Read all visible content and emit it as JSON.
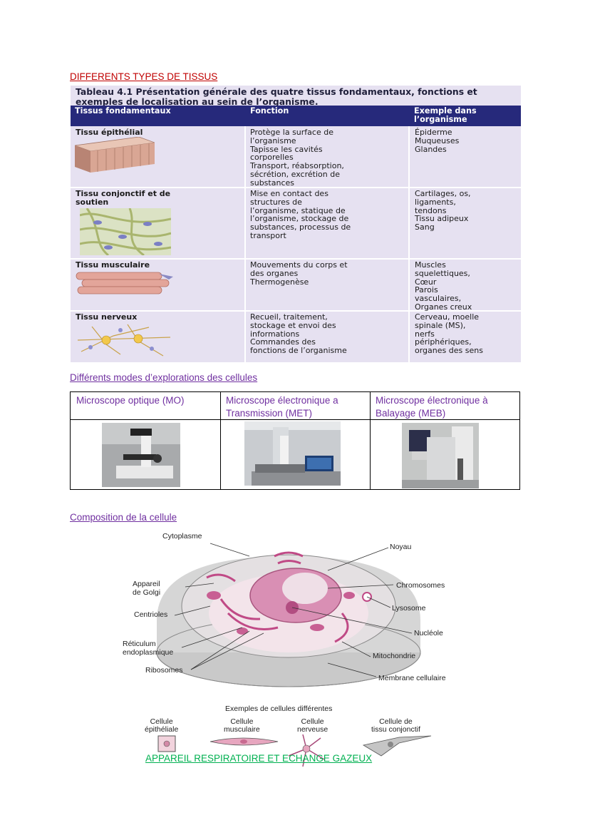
{
  "sections": {
    "tissues_title": "DIFFERENTS TYPES DE TISSUS",
    "explorations_title": "Différents modes d’explorations des cellules",
    "composition_title": "Composition de la cellule",
    "respiratory_title": "APPAREIL RESPIRATOIRE ET ECHANGE GAZEUX"
  },
  "tissue_table": {
    "caption": "Tableau 4.1    Présentation générale des quatre tissus fondamentaux, fonctions et exemples de localisation au sein de l’organisme.",
    "headers": [
      "Tissus fondamentaux",
      "Fonction",
      "Exemple dans l’organisme"
    ],
    "rows": [
      {
        "tissue": "Tissu épithélial",
        "function": "Protège la surface de\nl’organisme\nTapisse les cavités\ncorporelles\nTransport, réabsorption,\nsécrétion, excrétion de\nsubstances",
        "examples": "Épiderme\nMuqueuses\nGlandes"
      },
      {
        "tissue": "Tissu conjonctif et de\nsoutien",
        "function": "Mise en contact des\nstructures de\nl’organisme, statique de\nl’organisme, stockage de\nsubstances, processus de\ntransport",
        "examples": "Cartilages, os,\nligaments,\ntendons\nTissu adipeux\nSang"
      },
      {
        "tissue": "Tissu musculaire",
        "function": "Mouvements du corps et\ndes organes\nThermogenèse",
        "examples": "Muscles\nsquelettiques,\nCœur\nParois\nvasculaires,\nOrganes creux"
      },
      {
        "tissue": "Tissu nerveux",
        "function": "Recueil, traitement,\nstockage et envoi des\ninformations\nCommandes des\nfonctions de l’organisme",
        "examples": "Cerveau, moelle\nspinale (MS),\nnerfs\npériphériques,\norganes des sens"
      }
    ]
  },
  "microscopes": {
    "headers": [
      "Microscope optique (MO)",
      "Microscope électronique a Transmission (MET)",
      "Microscope électronique à Balayage (MEB)"
    ]
  },
  "cell_diagram": {
    "labels": {
      "cytoplasme": "Cytoplasme",
      "noyau": "Noyau",
      "golgi": "Appareil\nde Golgi",
      "chromosomes": "Chromosomes",
      "centrioles": "Centrioles",
      "lysosome": "Lysosome",
      "nucleole": "Nucléole",
      "reticulum": "Réticulum\nendoplasmique",
      "mitochondrie": "Mitochondrie",
      "ribosomes": "Ribosomes",
      "membrane": "Membrane cellulaire"
    },
    "examples_title": "Exemples de cellules différentes",
    "examples": [
      "Cellule\népithéliale",
      "Cellule\nmusculaire",
      "Cellule\nnerveuse",
      "Cellule de\ntissu conjonctif"
    ]
  }
}
